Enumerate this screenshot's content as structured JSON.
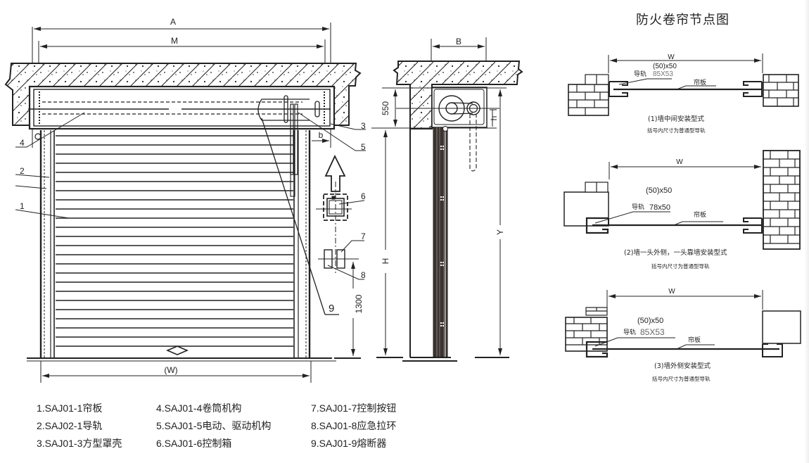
{
  "title": "防火卷帘节点图",
  "front_elevation": {
    "dim_overall": "A",
    "dim_opening_top": "M",
    "dim_opening_bottom": "(W)",
    "dim_offset": "b",
    "dim_button_height": "1300",
    "callouts": [
      "1",
      "2",
      "3",
      "4",
      "5",
      "6",
      "7",
      "8",
      "9"
    ]
  },
  "side_section": {
    "dim_width": "B",
    "dim_box_height": "550",
    "dim_h": "h",
    "dim_H": "H",
    "dim_Y": "Y"
  },
  "details": [
    {
      "dim_w": "W",
      "rail_size_standard": "(50)x50",
      "rail_label": "导轨",
      "rail_size": "85X53",
      "curtain_label": "帘板",
      "caption": "(1)墙中间安装型式",
      "note": "括号内尺寸为普通型导轨"
    },
    {
      "dim_w": "W",
      "rail_size_standard": "(50)x50",
      "rail_label": "导轨",
      "rail_size": "78x50",
      "curtain_label": "帘板",
      "caption": "(2)墙一头外侧，一头靠墙安装型式",
      "note": "括号内尺寸为普通型导轨"
    },
    {
      "dim_w": "W",
      "rail_size_standard": "(50)x50",
      "rail_label": "导轨",
      "rail_size": "85X53",
      "curtain_label": "帘板",
      "caption": "(3)墙外侧安装型式",
      "note": "括号内尺寸为普通型导轨"
    }
  ],
  "legend": [
    "1.SAJ01-1帘板",
    "4.SAJ01-4卷筒机构",
    "7.SAJ01-7控制按钮",
    "2.SAJ02-1导轨",
    "5.SAJ01-5电动、驱动机构",
    "8.SAJ01-8应急拉环",
    "3.SAJ01-3方型罩壳",
    "6.SAJ01-6控制箱",
    "9.SAJ01-9熔断器"
  ]
}
